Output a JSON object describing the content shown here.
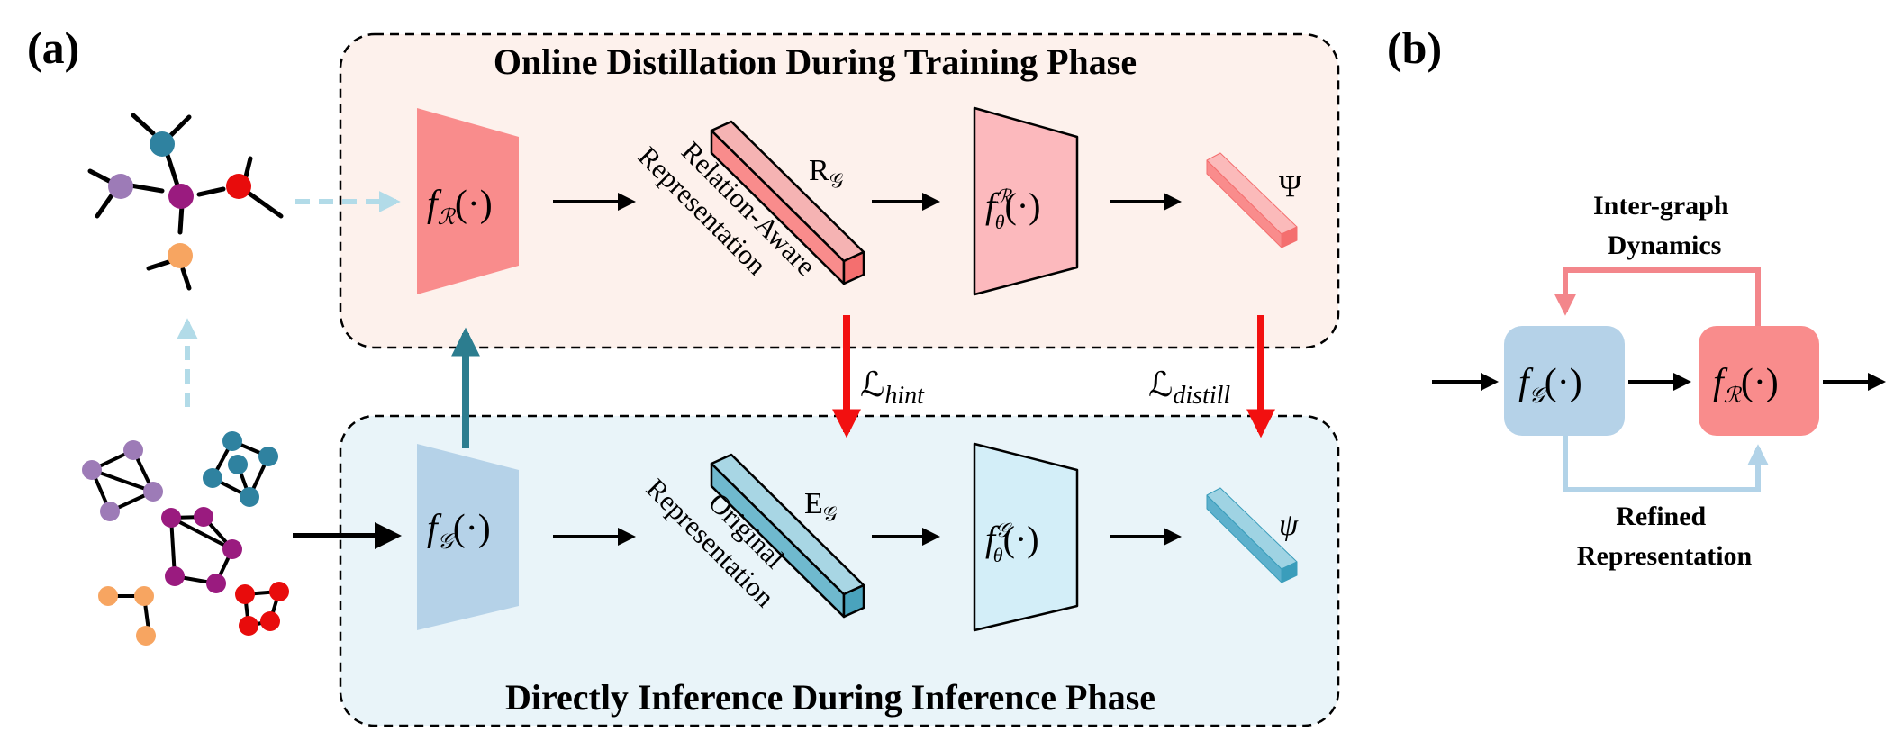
{
  "panel_a": {
    "label": "(a)",
    "training_box": {
      "title": "Online Distillation During Training Phase",
      "fill": "#fdf1ec"
    },
    "inference_box": {
      "title": "Directly Inference During Inference Phase",
      "fill": "#e9f4f9"
    },
    "f_R": "f",
    "f_R_sub": "ℛ",
    "f_G": "f",
    "f_G_sub": "𝒢",
    "arg": "(·)",
    "R_G": {
      "main": "R",
      "sub": "𝒢"
    },
    "E_G": {
      "main": "E",
      "sub": "𝒢"
    },
    "relation_aware_line1": "Relation-Aware",
    "relation_aware_line2": "Representation",
    "original_line1": "Original",
    "original_line2": "Representation",
    "f_theta_R": {
      "main": "f",
      "sub": "θ",
      "sup": "ℛ"
    },
    "f_theta_G": {
      "main": "f",
      "sub": "θ",
      "sup": "𝒢"
    },
    "Psi": "Ψ",
    "psi": "ψ",
    "L_hint": {
      "main": "ℒ",
      "sub": "hint"
    },
    "L_distill": {
      "main": "ℒ",
      "sub": "distill"
    }
  },
  "panel_b": {
    "label": "(b)",
    "inter_graph_line1": "Inter-graph",
    "inter_graph_line2": "Dynamics",
    "refined_line1": "Refined",
    "refined_line2": "Representation",
    "f_G": "f",
    "f_G_sub": "𝒢",
    "f_R": "f",
    "f_R_sub": "ℛ",
    "arg": "(·)"
  },
  "colors": {
    "red_trap": "#f98c8c",
    "pink_trap": "#fcb9bd",
    "blue_trap": "#b5d2e8",
    "lightblue_trap": "#d3eef8",
    "red_arrow": "#f21010",
    "teal_arrow": "#2c7d8f",
    "dashed_arrow": "#b2dbe8",
    "pink_arrow": "#f3868b",
    "node_purple_light": "#9d7bb7",
    "node_teal": "#2f82a0",
    "node_magenta": "#9a1b7f",
    "node_red": "#e80c0c",
    "node_orange": "#f7a561"
  }
}
